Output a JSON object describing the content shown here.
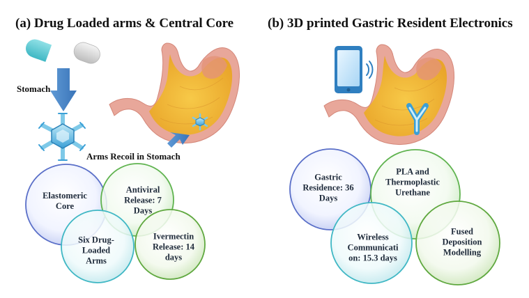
{
  "panel_a": {
    "title": "(a) Drug Loaded arms & Central Core",
    "stomach_label": "Stomach",
    "recoil_label": "Arms Recoil in Stomach",
    "circles": [
      {
        "label": "Elastomeric\nCore",
        "color": "#5a6fc8"
      },
      {
        "label": "Antiviral\nRelease: 7\nDays",
        "color": "#5fb34f"
      },
      {
        "label": "Six Drug-\nLoaded\nArms",
        "color": "#3fb7c4"
      },
      {
        "label": "Ivermectin\nRelease: 14\ndays",
        "color": "#5fa83f"
      }
    ]
  },
  "panel_b": {
    "title": "(b) 3D printed Gastric Resident Electronics",
    "circles": [
      {
        "label": "Gastric\nResidence: 36\nDays",
        "color": "#5a6fc8"
      },
      {
        "label": "PLA and\nThermoplastic\nUrethane",
        "color": "#5fb34f"
      },
      {
        "label": "Wireless\nCommunicati\non: 15.3 days",
        "color": "#3fb7c4"
      },
      {
        "label": "Fused\nDeposition\nModelling",
        "color": "#5fa83f"
      }
    ]
  },
  "icons": [
    "capsule-icon",
    "down-arrow-icon",
    "hexagonal-device-icon",
    "stomach-icon",
    "smartphone-icon",
    "wireless-signal-icon",
    "y-shaped-device-icon"
  ],
  "colors": {
    "arrow": "#4a86c9",
    "device": "#3aa6d8",
    "stomach_fill": "#f2b72d",
    "stomach_wall": "#e8a79a",
    "phone": "#2f7fc0"
  }
}
